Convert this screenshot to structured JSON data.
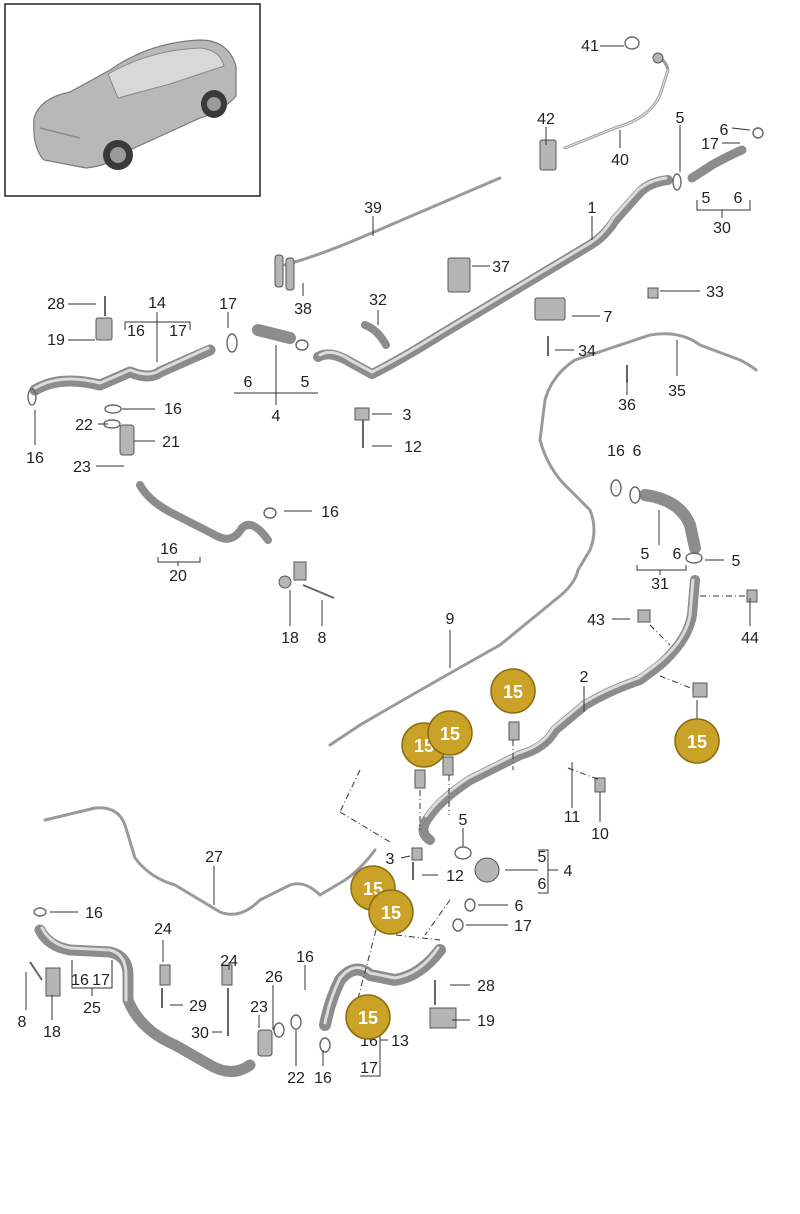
{
  "diagram": {
    "callouts": [
      "1",
      "2",
      "3",
      "4",
      "5",
      "6",
      "7",
      "8",
      "9",
      "10",
      "11",
      "12",
      "13",
      "14",
      "15",
      "16",
      "17",
      "18",
      "19",
      "20",
      "21",
      "22",
      "23",
      "24",
      "25",
      "26",
      "27",
      "28",
      "29",
      "30",
      "31",
      "32",
      "33",
      "34",
      "35",
      "36",
      "37",
      "38",
      "39",
      "40",
      "41",
      "42",
      "43",
      "44"
    ],
    "highlight_label": "15",
    "colors": {
      "highlight_fill": "#c9a227",
      "highlight_stroke": "#8a6d12",
      "line": "#333333",
      "hose": "#8c8c8c",
      "car": "#b8b8b8"
    },
    "icons": [
      "car-overview-thumbnail",
      "hose",
      "pipe",
      "clamp",
      "bracket",
      "bolt"
    ]
  }
}
